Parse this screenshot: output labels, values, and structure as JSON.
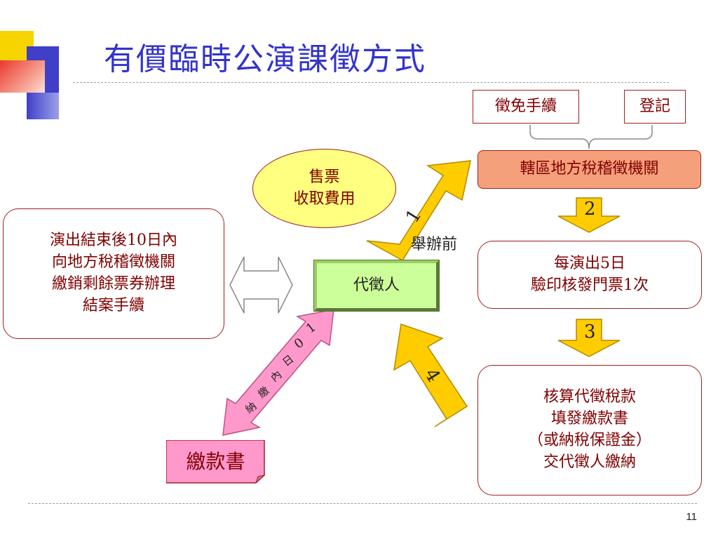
{
  "title": "有價臨時公演課徵方式",
  "page_number": "11",
  "boxes": {
    "exempt": "徵免手續",
    "register": "登記",
    "agency": "轄區地方稅稽徵機關",
    "ticket": [
      "售票",
      "收取費用"
    ],
    "after_show": [
      "演出結束後10日內",
      "向地方稅稽徵機關",
      "繳銷剩餘票券辦理",
      "結案手續"
    ],
    "agent": "代徵人",
    "every5": [
      "每演出5日",
      "驗印核發門票1次"
    ],
    "calc": [
      "核算代徵稅款",
      "填發繳款書",
      "（或納稅保證金）",
      "交代徵人繳納"
    ],
    "payment": "繳款書"
  },
  "arrows": {
    "step1_num": "1",
    "step1_label": "舉辦前",
    "step2_num": "2",
    "step3_num": "3",
    "step4_num": "4",
    "pay_label": [
      "1",
      "0",
      "日",
      "內",
      "繳",
      "納"
    ]
  },
  "colors": {
    "title": "#3333cc",
    "text": "#800000",
    "agency_fill": "#f4a07a",
    "agent_fill": "#ccff99",
    "ellipse_fill": "#ffff80",
    "arrow_fill": "#ffcc00",
    "payment_fill": "#ff99cc"
  }
}
